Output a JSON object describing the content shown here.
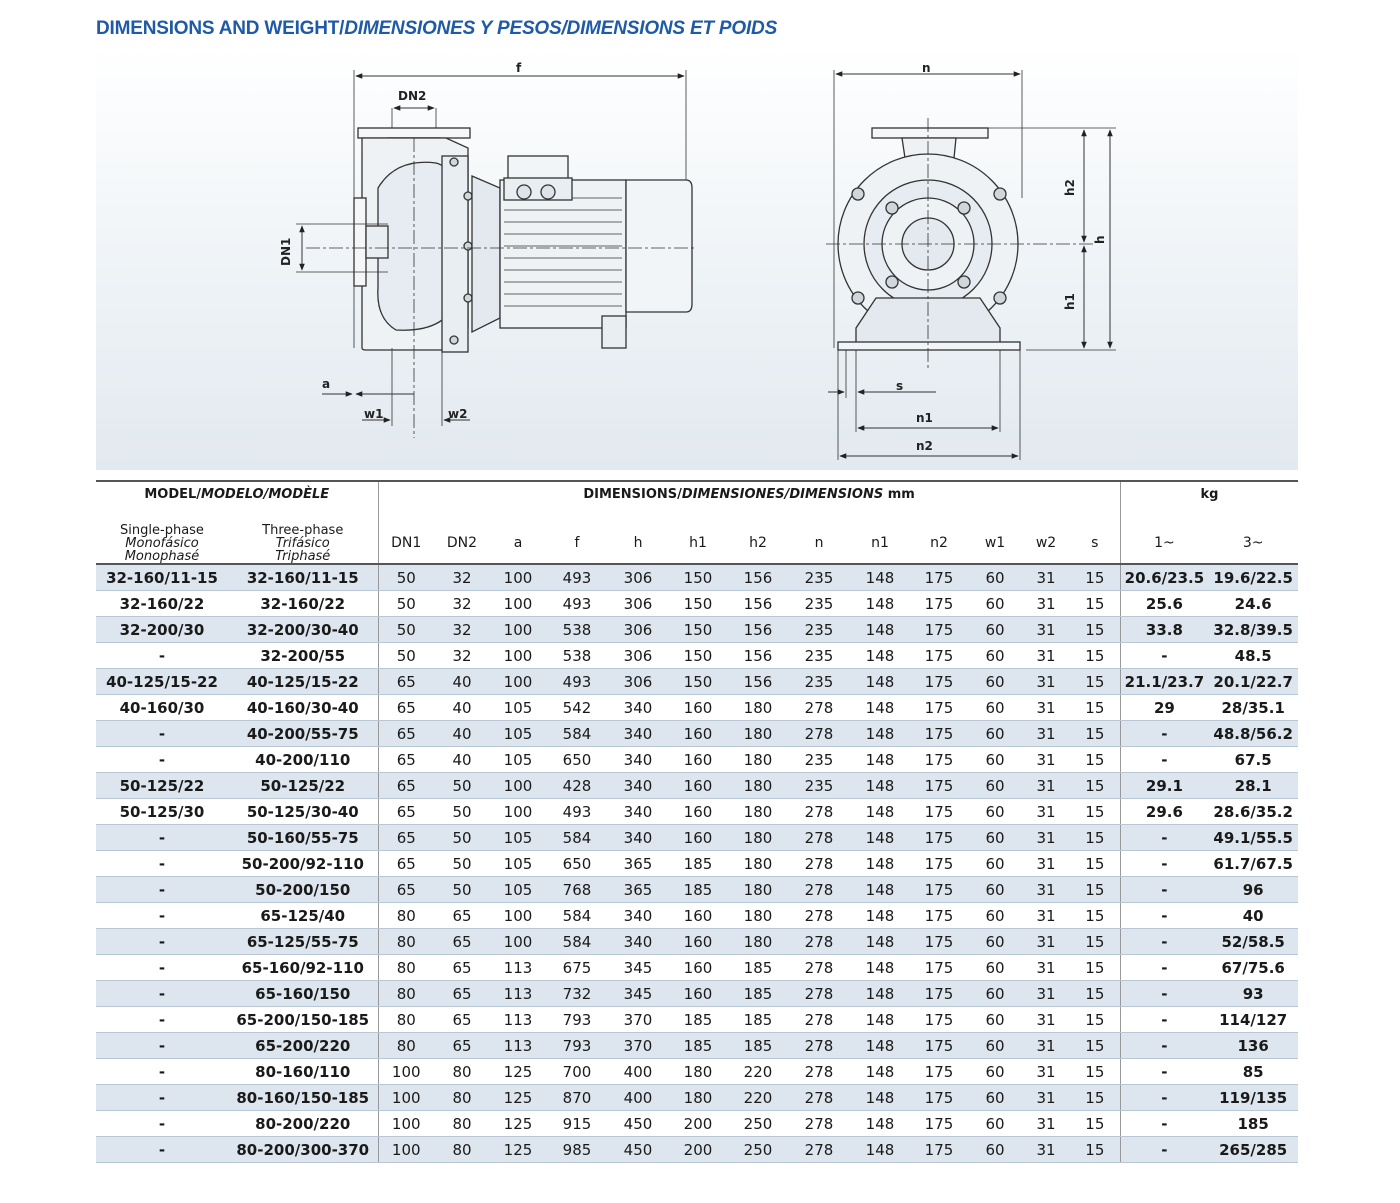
{
  "title": {
    "part1": "DIMENSIONS AND WEIGHT/",
    "part2": "DIMENSIONES Y PESOS/DIMENSIONS ET POIDS"
  },
  "drawing_labels": {
    "f": "f",
    "DN2": "DN2",
    "DN1": "DN1",
    "a": "a",
    "w1": "w1",
    "w2": "w2",
    "n": "n",
    "h": "h",
    "h1": "h1",
    "h2": "h2",
    "s": "s",
    "n1": "n1",
    "n2": "n2"
  },
  "table": {
    "header_model": "MODEL/",
    "header_model_it": "MODELO/MODÈLE",
    "header_dim": "DIMENSIONS/",
    "header_dim_it": "DIMENSIONES/DIMENSIONS",
    "header_dim_unit": " mm",
    "header_kg": "kg",
    "single_phase": [
      "Single-phase",
      "Monofásico",
      "Monophasé"
    ],
    "three_phase": [
      "Three-phase",
      "Trifásico",
      "Triphasé"
    ],
    "columns": [
      "DN1",
      "DN2",
      "a",
      "f",
      "h",
      "h1",
      "h2",
      "n",
      "n1",
      "n2",
      "w1",
      "w2",
      "s",
      "1~",
      "3~"
    ],
    "rows": [
      [
        "32-160/11-15",
        "32-160/11-15",
        "50",
        "32",
        "100",
        "493",
        "306",
        "150",
        "156",
        "235",
        "148",
        "175",
        "60",
        "31",
        "15",
        "20.6/23.5",
        "19.6/22.5"
      ],
      [
        "32-160/22",
        "32-160/22",
        "50",
        "32",
        "100",
        "493",
        "306",
        "150",
        "156",
        "235",
        "148",
        "175",
        "60",
        "31",
        "15",
        "25.6",
        "24.6"
      ],
      [
        "32-200/30",
        "32-200/30-40",
        "50",
        "32",
        "100",
        "538",
        "306",
        "150",
        "156",
        "235",
        "148",
        "175",
        "60",
        "31",
        "15",
        "33.8",
        "32.8/39.5"
      ],
      [
        "-",
        "32-200/55",
        "50",
        "32",
        "100",
        "538",
        "306",
        "150",
        "156",
        "235",
        "148",
        "175",
        "60",
        "31",
        "15",
        "-",
        "48.5"
      ],
      [
        "40-125/15-22",
        "40-125/15-22",
        "65",
        "40",
        "100",
        "493",
        "306",
        "150",
        "156",
        "235",
        "148",
        "175",
        "60",
        "31",
        "15",
        "21.1/23.7",
        "20.1/22.7"
      ],
      [
        "40-160/30",
        "40-160/30-40",
        "65",
        "40",
        "105",
        "542",
        "340",
        "160",
        "180",
        "278",
        "148",
        "175",
        "60",
        "31",
        "15",
        "29",
        "28/35.1"
      ],
      [
        "-",
        "40-200/55-75",
        "65",
        "40",
        "105",
        "584",
        "340",
        "160",
        "180",
        "278",
        "148",
        "175",
        "60",
        "31",
        "15",
        "-",
        "48.8/56.2"
      ],
      [
        "-",
        "40-200/110",
        "65",
        "40",
        "105",
        "650",
        "340",
        "160",
        "180",
        "235",
        "148",
        "175",
        "60",
        "31",
        "15",
        "-",
        "67.5"
      ],
      [
        "50-125/22",
        "50-125/22",
        "65",
        "50",
        "100",
        "428",
        "340",
        "160",
        "180",
        "235",
        "148",
        "175",
        "60",
        "31",
        "15",
        "29.1",
        "28.1"
      ],
      [
        "50-125/30",
        "50-125/30-40",
        "65",
        "50",
        "100",
        "493",
        "340",
        "160",
        "180",
        "278",
        "148",
        "175",
        "60",
        "31",
        "15",
        "29.6",
        "28.6/35.2"
      ],
      [
        "-",
        "50-160/55-75",
        "65",
        "50",
        "105",
        "584",
        "340",
        "160",
        "180",
        "278",
        "148",
        "175",
        "60",
        "31",
        "15",
        "-",
        "49.1/55.5"
      ],
      [
        "-",
        "50-200/92-110",
        "65",
        "50",
        "105",
        "650",
        "365",
        "185",
        "180",
        "278",
        "148",
        "175",
        "60",
        "31",
        "15",
        "-",
        "61.7/67.5"
      ],
      [
        "-",
        "50-200/150",
        "65",
        "50",
        "105",
        "768",
        "365",
        "185",
        "180",
        "278",
        "148",
        "175",
        "60",
        "31",
        "15",
        "-",
        "96"
      ],
      [
        "-",
        "65-125/40",
        "80",
        "65",
        "100",
        "584",
        "340",
        "160",
        "180",
        "278",
        "148",
        "175",
        "60",
        "31",
        "15",
        "-",
        "40"
      ],
      [
        "-",
        "65-125/55-75",
        "80",
        "65",
        "100",
        "584",
        "340",
        "160",
        "180",
        "278",
        "148",
        "175",
        "60",
        "31",
        "15",
        "-",
        "52/58.5"
      ],
      [
        "-",
        "65-160/92-110",
        "80",
        "65",
        "113",
        "675",
        "345",
        "160",
        "185",
        "278",
        "148",
        "175",
        "60",
        "31",
        "15",
        "-",
        "67/75.6"
      ],
      [
        "-",
        "65-160/150",
        "80",
        "65",
        "113",
        "732",
        "345",
        "160",
        "185",
        "278",
        "148",
        "175",
        "60",
        "31",
        "15",
        "-",
        "93"
      ],
      [
        "-",
        "65-200/150-185",
        "80",
        "65",
        "113",
        "793",
        "370",
        "185",
        "185",
        "278",
        "148",
        "175",
        "60",
        "31",
        "15",
        "-",
        "114/127"
      ],
      [
        "-",
        "65-200/220",
        "80",
        "65",
        "113",
        "793",
        "370",
        "185",
        "185",
        "278",
        "148",
        "175",
        "60",
        "31",
        "15",
        "-",
        "136"
      ],
      [
        "-",
        "80-160/110",
        "100",
        "80",
        "125",
        "700",
        "400",
        "180",
        "220",
        "278",
        "148",
        "175",
        "60",
        "31",
        "15",
        "-",
        "85"
      ],
      [
        "-",
        "80-160/150-185",
        "100",
        "80",
        "125",
        "870",
        "400",
        "180",
        "220",
        "278",
        "148",
        "175",
        "60",
        "31",
        "15",
        "-",
        "119/135"
      ],
      [
        "-",
        "80-200/220",
        "100",
        "80",
        "125",
        "915",
        "450",
        "200",
        "250",
        "278",
        "148",
        "175",
        "60",
        "31",
        "15",
        "-",
        "185"
      ],
      [
        "-",
        "80-200/300-370",
        "100",
        "80",
        "125",
        "985",
        "450",
        "200",
        "250",
        "278",
        "148",
        "175",
        "60",
        "31",
        "15",
        "-",
        "265/285"
      ]
    ]
  }
}
